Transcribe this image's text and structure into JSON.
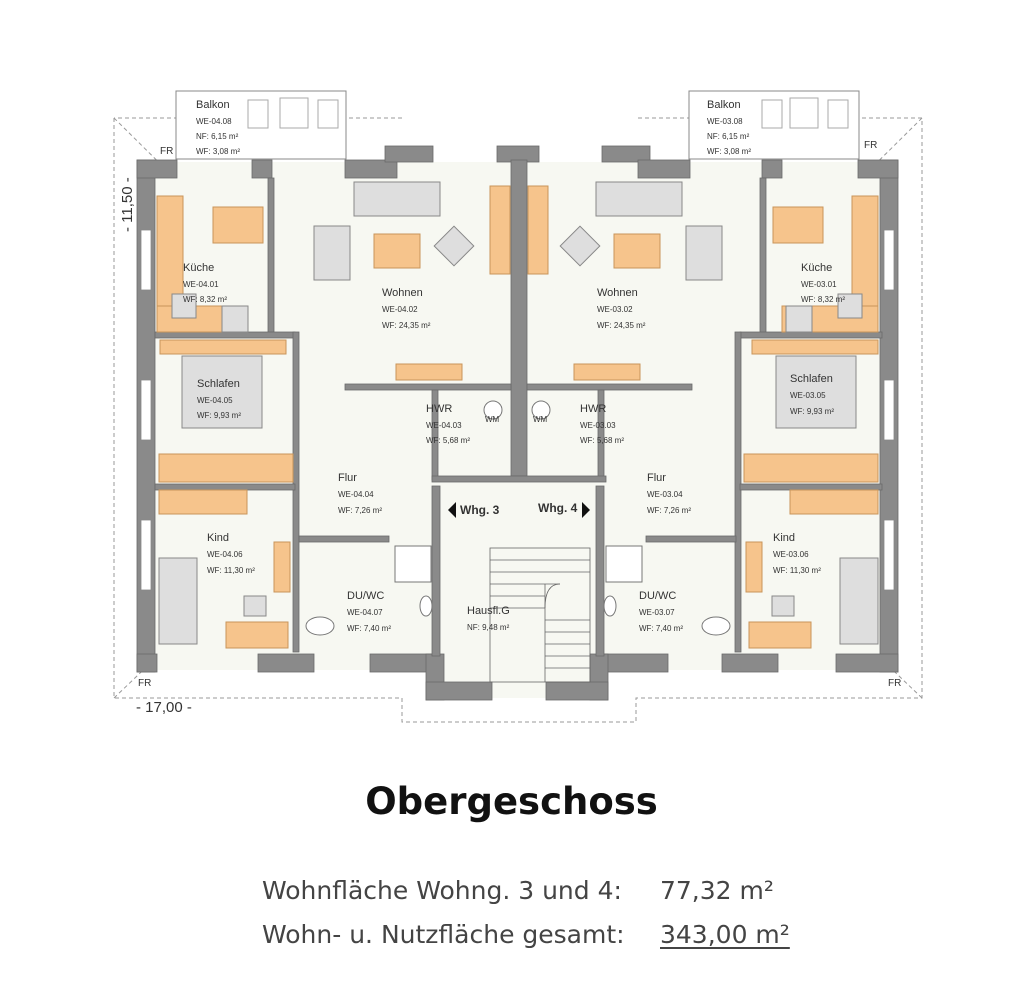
{
  "plan": {
    "dimension_height": "- 11,50 -",
    "dimension_width": "- 17,00 -",
    "fr_label": "FR",
    "unit_labels": {
      "left": "Whg. 3",
      "right": "Whg. 4"
    },
    "wm_label": "WM",
    "rooms": {
      "balkon_left": {
        "name": "Balkon",
        "nr": "WE-04.08",
        "area1": "NF:  6,15 m²",
        "area2": "WF:  3,08 m²"
      },
      "balkon_right": {
        "name": "Balkon",
        "nr": "WE-03.08",
        "area1": "NF:  6,15 m²",
        "area2": "WF:  3,08 m²"
      },
      "kueche_left": {
        "name": "Küche",
        "nr": "WE-04.01",
        "area": "WF:  8,32 m²"
      },
      "kueche_right": {
        "name": "Küche",
        "nr": "WE-03.01",
        "area": "WF:  8,32 m²"
      },
      "wohnen_left": {
        "name": "Wohnen",
        "nr": "WE-04.02",
        "area": "WF:  24,35 m²"
      },
      "wohnen_right": {
        "name": "Wohnen",
        "nr": "WE-03.02",
        "area": "WF:  24,35 m²"
      },
      "schlafen_left": {
        "name": "Schlafen",
        "nr": "WE-04.05",
        "area": "WF:  9,93 m²"
      },
      "schlafen_right": {
        "name": "Schlafen",
        "nr": "WE-03.05",
        "area": "WF:  9,93 m²"
      },
      "hwr_left": {
        "name": "HWR",
        "nr": "WE-04.03",
        "area": "WF:  5,68 m²"
      },
      "hwr_right": {
        "name": "HWR",
        "nr": "WE-03.03",
        "area": "WF:  5,68 m²"
      },
      "flur_left": {
        "name": "Flur",
        "nr": "WE-04.04",
        "area": "WF:  7,26 m²"
      },
      "flur_right": {
        "name": "Flur",
        "nr": "WE-03.04",
        "area": "WF:  7,26 m²"
      },
      "kind_left": {
        "name": "Kind",
        "nr": "WE-04.06",
        "area": "WF:  11,30 m²"
      },
      "kind_right": {
        "name": "Kind",
        "nr": "WE-03.06",
        "area": "WF:  11,30 m²"
      },
      "duwc_left": {
        "name": "DU/WC",
        "nr": "WE-04.07",
        "area": "WF:  7,40 m²"
      },
      "duwc_right": {
        "name": "DU/WC",
        "nr": "WE-03.07",
        "area": "WF:  7,40 m²"
      },
      "hausfl": {
        "name": "Hausfl.G",
        "area": "NF:  9,48 m²"
      }
    }
  },
  "title": "Obergeschoss",
  "summary": {
    "line1_label": "Wohnfläche Wohng. 3 und 4:",
    "line1_value": "77,32 m²",
    "line2_label": "Wohn- u. Nutzfläche gesamt:",
    "line2_value": "343,00 m²"
  },
  "colors": {
    "wall": "#8a8a8a",
    "floor": "#f7f8f2",
    "furniture": "#f6c48c",
    "furniture_stroke": "#c8955a",
    "bed": "#d9d9d9"
  }
}
